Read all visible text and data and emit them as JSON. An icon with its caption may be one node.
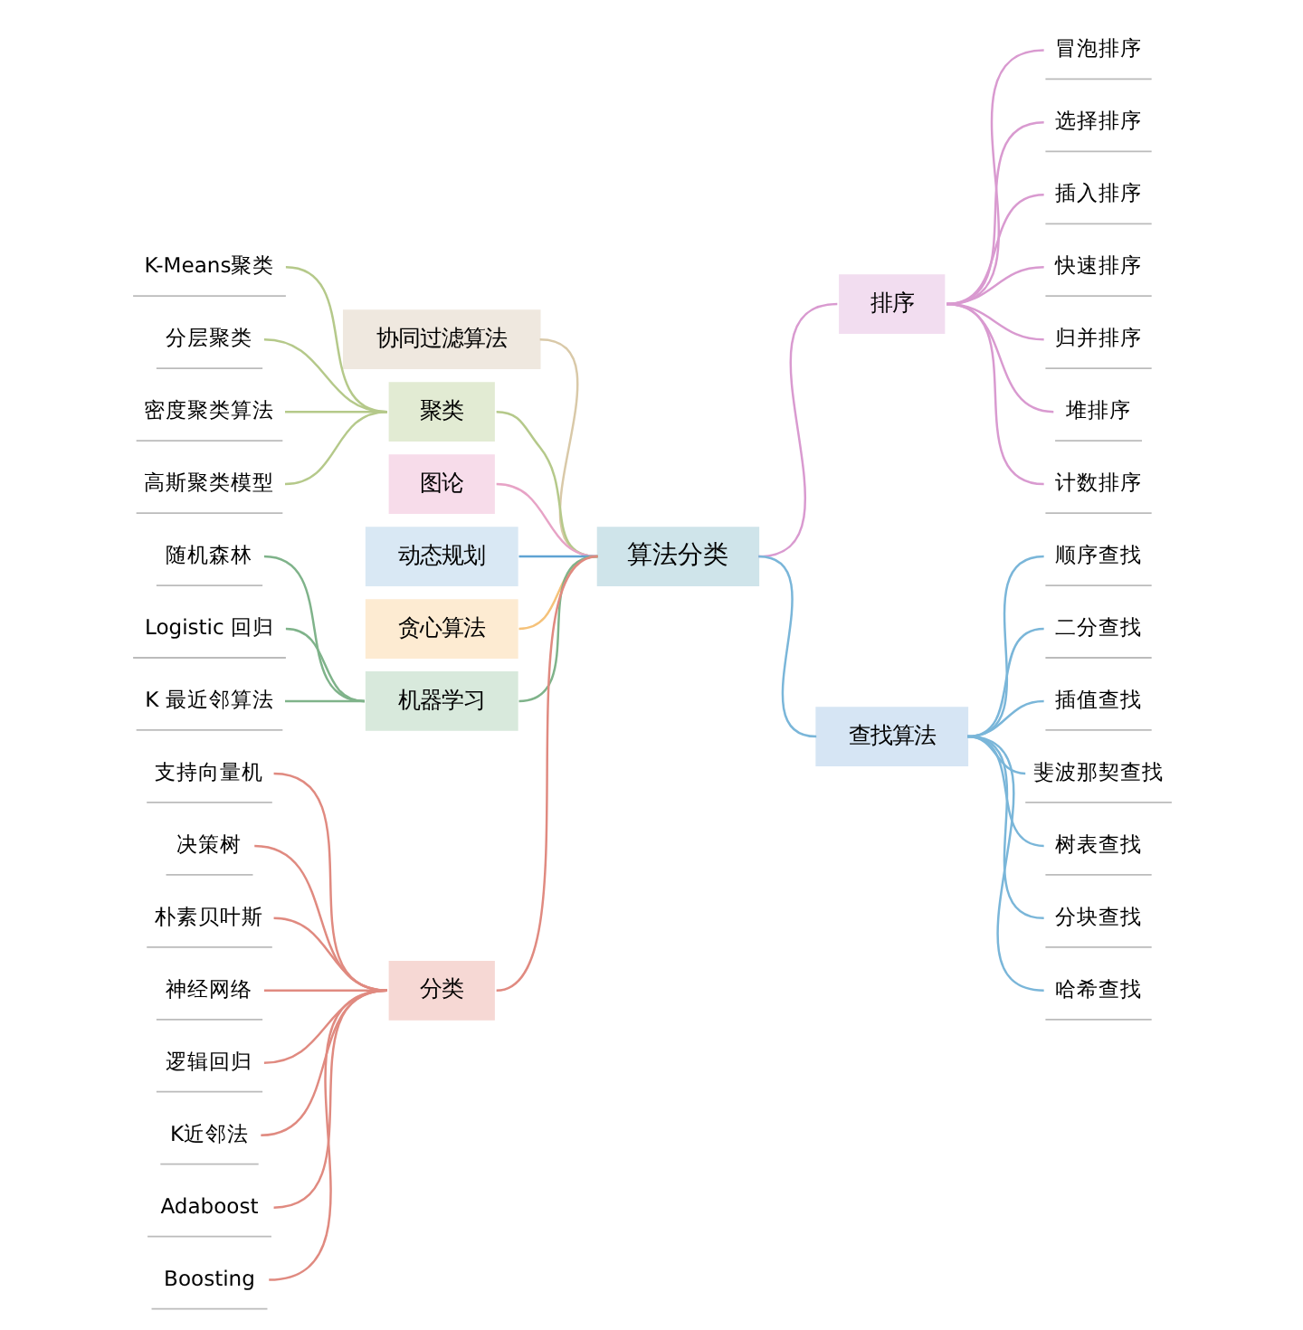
{
  "diagram": {
    "nodes": [
      {
        "text": [
          "算法分类"
        ]
      },
      {
        "text": [
          "协同过滤算法"
        ]
      },
      {
        "text": [
          "聚类"
        ]
      },
      {
        "text": [
          "K-Means聚类"
        ]
      },
      {
        "text": [
          "分层聚类"
        ]
      },
      {
        "text": [
          "密度聚类算法"
        ]
      },
      {
        "text": [
          "高斯聚类模型"
        ]
      },
      {
        "text": [
          "图论"
        ]
      },
      {
        "text": [
          "动态规划"
        ]
      },
      {
        "text": [
          "贪心算法"
        ]
      },
      {
        "text": [
          "机器学习"
        ]
      },
      {
        "text": [
          "随机森林"
        ]
      },
      {
        "text": [
          "Logistic 回归"
        ]
      },
      {
        "text": [
          "K 最近邻算法"
        ]
      },
      {
        "text": [
          "分类"
        ]
      },
      {
        "text": [
          "支持向量机"
        ]
      },
      {
        "text": [
          "决策树"
        ]
      },
      {
        "text": [
          "朴素贝叶斯"
        ]
      },
      {
        "text": [
          "神经网络"
        ]
      },
      {
        "text": [
          "逻辑回归"
        ]
      },
      {
        "text": [
          "K近邻法"
        ]
      },
      {
        "text": [
          "Adaboost"
        ]
      },
      {
        "text": [
          "Boosting"
        ]
      },
      {
        "text": [
          "排序"
        ]
      },
      {
        "text": [
          "冒泡排序"
        ]
      },
      {
        "text": [
          "选择排序"
        ]
      },
      {
        "text": [
          "插入排序"
        ]
      },
      {
        "text": [
          "快速排序"
        ]
      },
      {
        "text": [
          "归并排序"
        ]
      },
      {
        "text": [
          "堆排序"
        ]
      },
      {
        "text": [
          "计数排序"
        ]
      },
      {
        "text": [
          "查找算法"
        ]
      },
      {
        "text": [
          "顺序查找"
        ]
      },
      {
        "text": [
          "二分查找"
        ]
      },
      {
        "text": [
          "插值查找"
        ]
      },
      {
        "text": [
          "斐波那契查找"
        ]
      },
      {
        "text": [
          "树表查找"
        ]
      },
      {
        "text": [
          "分块查找"
        ]
      },
      {
        "text": [
          "哈希查找"
        ]
      }
    ],
    "edges": [
      {
        "from": 0,
        "to": 1,
        "arrow": "none",
        "color": "#d9c9a8"
      },
      {
        "from": 0,
        "to": 2,
        "arrow": "none",
        "color": "#b5c98a"
      },
      {
        "from": 2,
        "to": 3,
        "arrow": "none",
        "color": "#b5c98a"
      },
      {
        "from": 2,
        "to": 4,
        "arrow": "none",
        "color": "#b5c98a"
      },
      {
        "from": 2,
        "to": 5,
        "arrow": "none",
        "color": "#b5c98a"
      },
      {
        "from": 2,
        "to": 6,
        "arrow": "none",
        "color": "#b5c98a"
      },
      {
        "from": 0,
        "to": 7,
        "arrow": "none",
        "color": "#e7a3c6"
      },
      {
        "from": 0,
        "to": 8,
        "arrow": "none",
        "color": "#5fa3d3"
      },
      {
        "from": 0,
        "to": 9,
        "arrow": "none",
        "color": "#f5c27a"
      },
      {
        "from": 0,
        "to": 10,
        "arrow": "none",
        "color": "#7fb38a"
      },
      {
        "from": 10,
        "to": 11,
        "arrow": "none",
        "color": "#7fb38a"
      },
      {
        "from": 10,
        "to": 12,
        "arrow": "none",
        "color": "#7fb38a"
      },
      {
        "from": 10,
        "to": 13,
        "arrow": "none",
        "color": "#7fb38a"
      },
      {
        "from": 0,
        "to": 14,
        "arrow": "none",
        "color": "#e08a80"
      },
      {
        "from": 14,
        "to": 15,
        "arrow": "none",
        "color": "#e08a80"
      },
      {
        "from": 14,
        "to": 16,
        "arrow": "none",
        "color": "#e08a80"
      },
      {
        "from": 14,
        "to": 17,
        "arrow": "none",
        "color": "#e08a80"
      },
      {
        "from": 14,
        "to": 18,
        "arrow": "none",
        "color": "#e08a80"
      },
      {
        "from": 14,
        "to": 19,
        "arrow": "none",
        "color": "#e08a80"
      },
      {
        "from": 14,
        "to": 20,
        "arrow": "none",
        "color": "#e08a80"
      },
      {
        "from": 14,
        "to": 21,
        "arrow": "none",
        "color": "#e08a80"
      },
      {
        "from": 14,
        "to": 22,
        "arrow": "none",
        "color": "#e08a80"
      },
      {
        "from": 0,
        "to": 23,
        "arrow": "none",
        "color": "#d99ad0"
      },
      {
        "from": 23,
        "to": 24,
        "arrow": "none",
        "color": "#d99ad0"
      },
      {
        "from": 23,
        "to": 25,
        "arrow": "none",
        "color": "#d99ad0"
      },
      {
        "from": 23,
        "to": 26,
        "arrow": "none",
        "color": "#d99ad0"
      },
      {
        "from": 23,
        "to": 27,
        "arrow": "none",
        "color": "#d99ad0"
      },
      {
        "from": 23,
        "to": 28,
        "arrow": "none",
        "color": "#d99ad0"
      },
      {
        "from": 23,
        "to": 29,
        "arrow": "none",
        "color": "#d99ad0"
      },
      {
        "from": 23,
        "to": 30,
        "arrow": "none",
        "color": "#d99ad0"
      },
      {
        "from": 0,
        "to": 31,
        "arrow": "none",
        "color": "#7ab6d9"
      },
      {
        "from": 31,
        "to": 32,
        "arrow": "none",
        "color": "#7ab6d9"
      },
      {
        "from": 31,
        "to": 33,
        "arrow": "none",
        "color": "#7ab6d9"
      },
      {
        "from": 31,
        "to": 34,
        "arrow": "none",
        "color": "#7ab6d9"
      },
      {
        "from": 31,
        "to": 35,
        "arrow": "none",
        "color": "#7ab6d9"
      },
      {
        "from": 31,
        "to": 36,
        "arrow": "none",
        "color": "#7ab6d9"
      },
      {
        "from": 31,
        "to": 37,
        "arrow": "none",
        "color": "#7ab6d9"
      },
      {
        "from": 31,
        "to": 38,
        "arrow": "none",
        "color": "#7ab6d9"
      }
    ]
  }
}
